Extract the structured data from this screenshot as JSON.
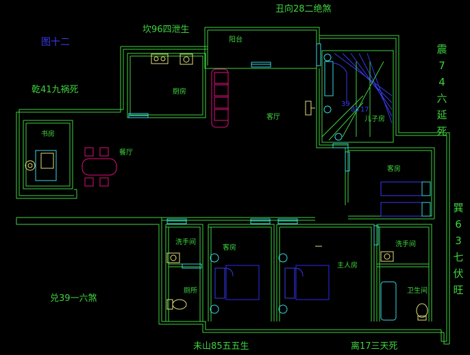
{
  "figure_label": "图十二",
  "directions": {
    "top": "丑向28二绝煞",
    "top_left": "坎96四泄生",
    "left_upper": "乾41九祸死",
    "right_upper": "震74六延死",
    "right_lower": "巽63七伏旺",
    "left_lower": "兑39一六煞",
    "bottom_left": "未山85五五生",
    "bottom_right": "离17三天死"
  },
  "rooms": {
    "balcony": "阳台",
    "kitchen": "厨房",
    "living": "客厅",
    "study": "书房",
    "dining": "餐厅",
    "son": "儿子房",
    "guest_right": "客房",
    "wash_left": "洗手间",
    "toilet": "厕所",
    "guest_bottom": "客房",
    "master": "主人房",
    "wash_right": "洗手间",
    "bath": "卫生间"
  },
  "stair_numbers": [
    "85",
    "17",
    "39"
  ],
  "colors": {
    "wall": "#3fd43f",
    "fixture": "#39d9e6",
    "bed": "#2c2cf0",
    "furniture": "#e0107c",
    "label_blue": "#3a3af0",
    "lamp": "#e8e07a"
  }
}
